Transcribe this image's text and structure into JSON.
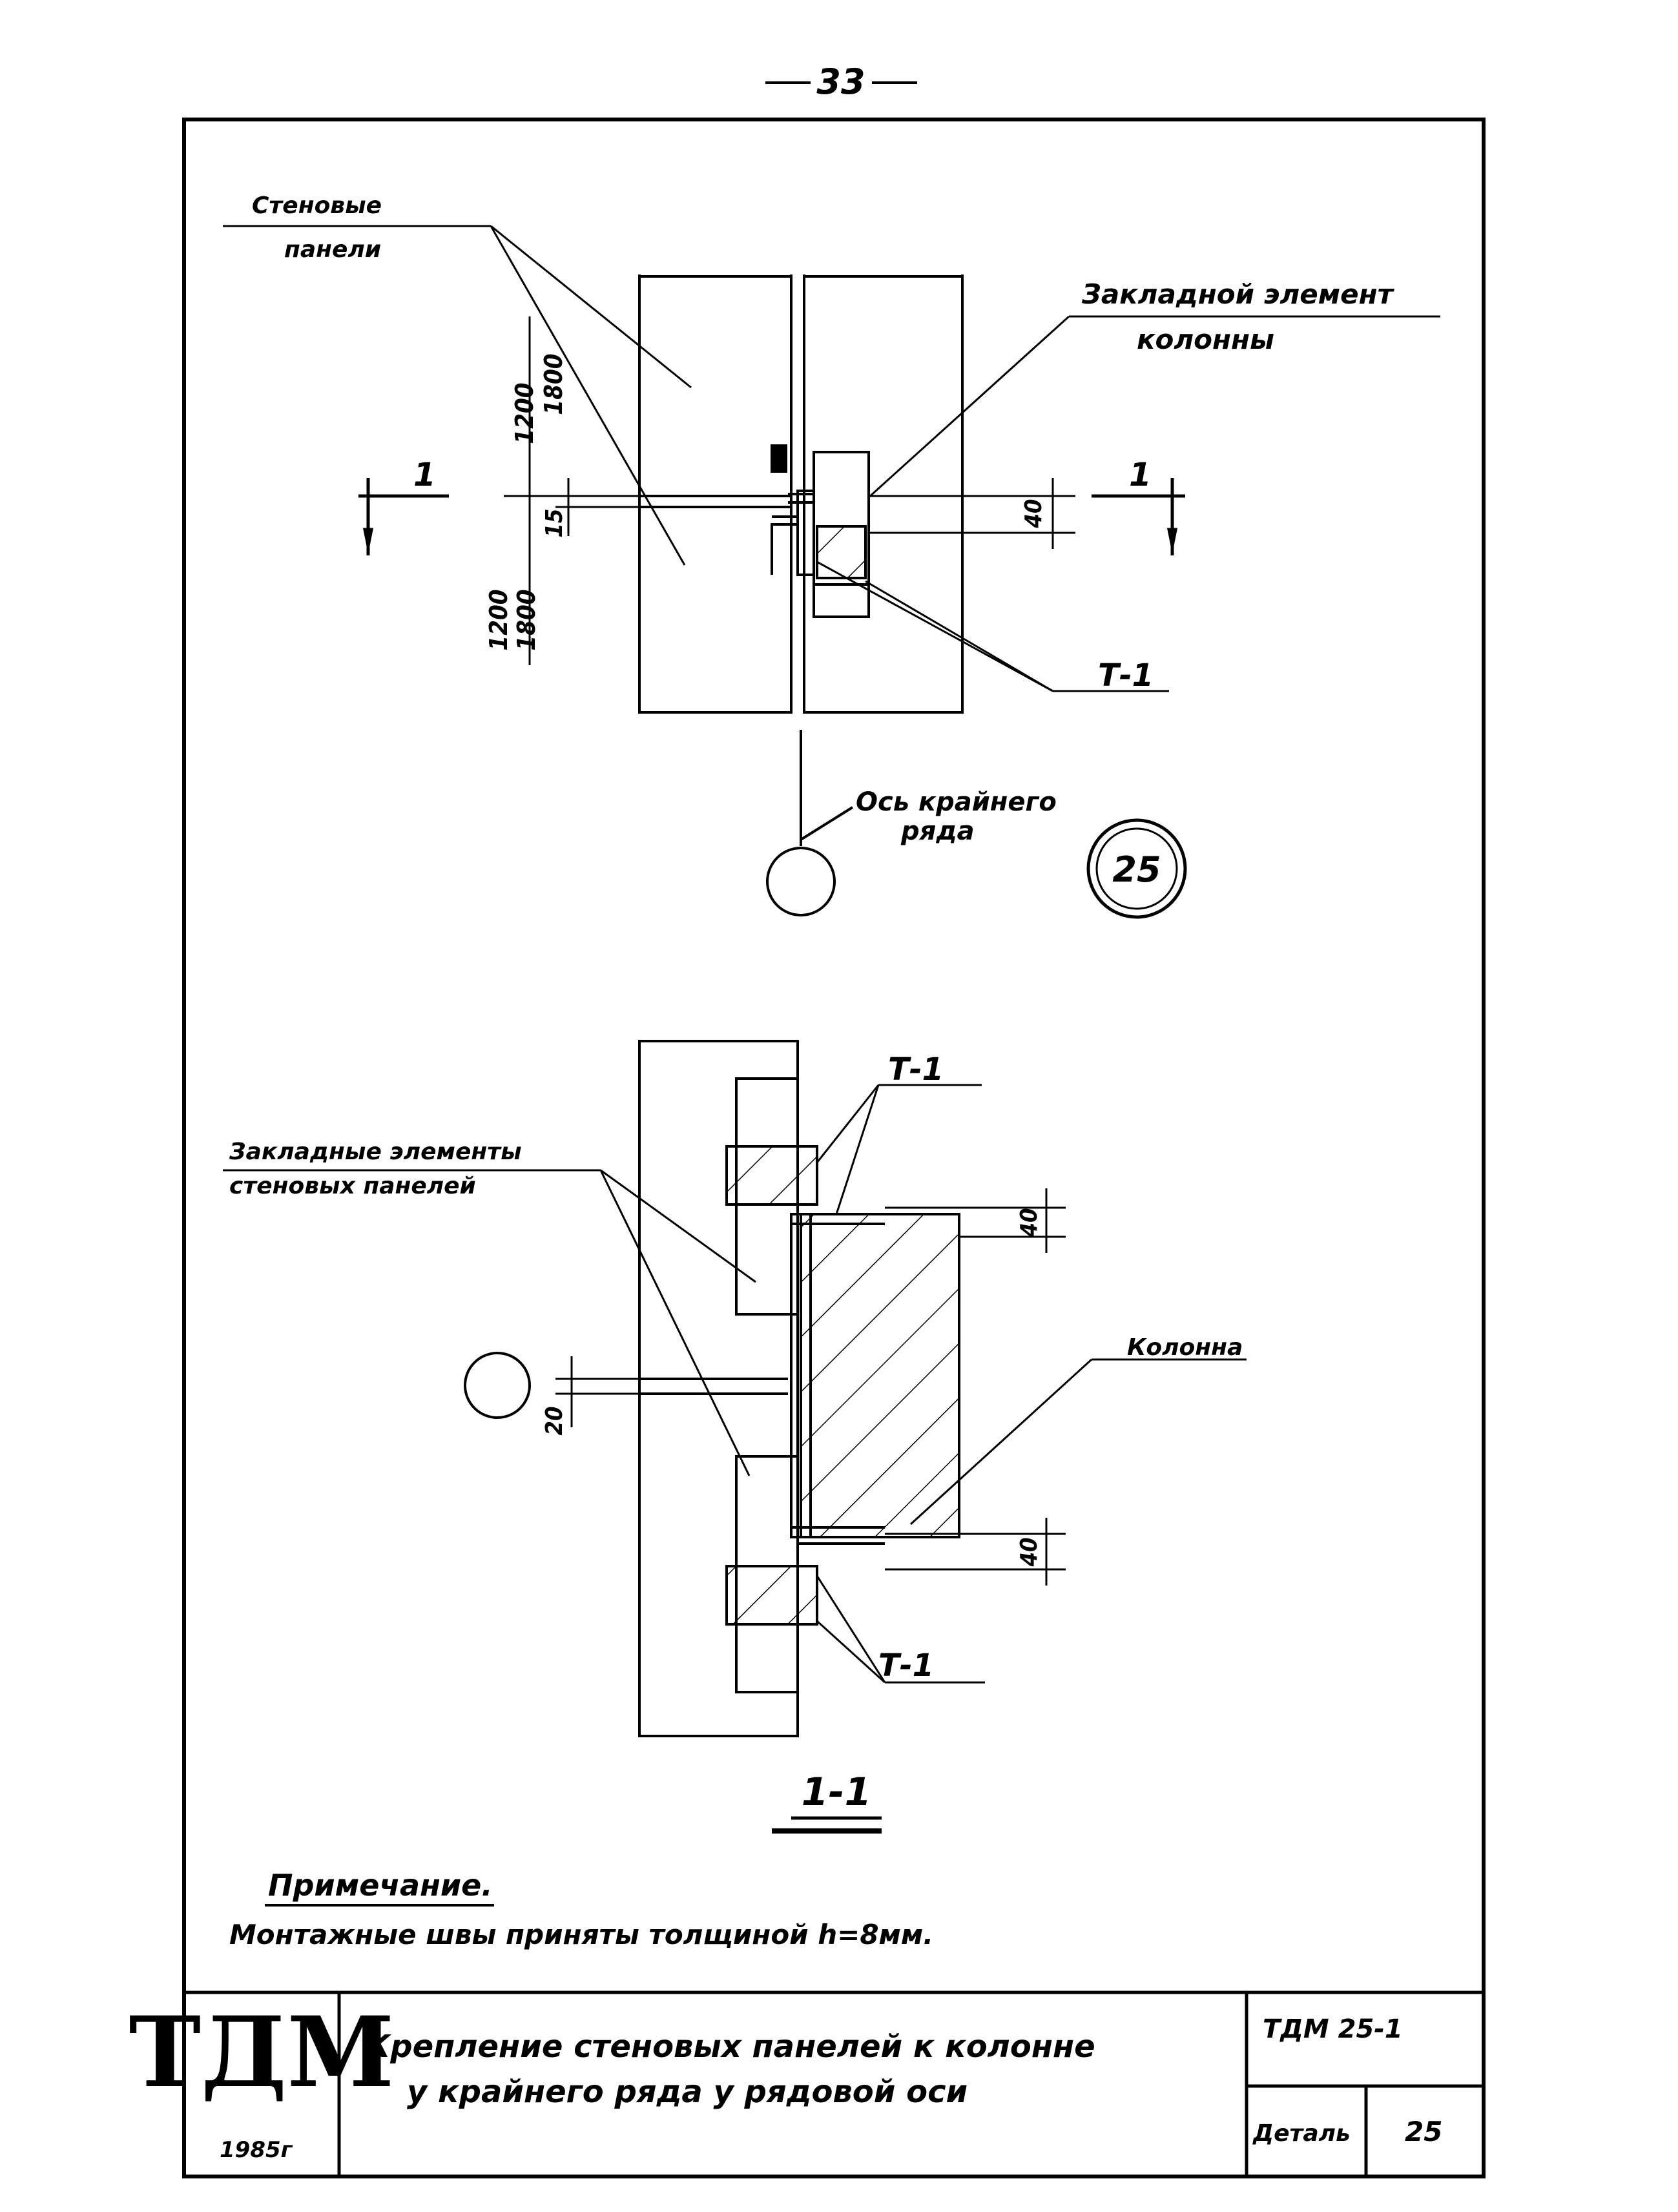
{
  "page_number": "33",
  "top_view": {
    "label_wall_panels_1": "Стеновые",
    "label_wall_panels_2": "панели",
    "label_embedded_1": "Закладной элемент",
    "label_embedded_2": "колонны",
    "section_mark_left": "1",
    "section_mark_right": "1",
    "dim_upper_a": "1200",
    "dim_upper_b": "1800",
    "dim_lower_a": "1200",
    "dim_lower_b": "1800",
    "dim_15": "15",
    "dim_40": "40",
    "weld_label": "Т-1",
    "axis_label_1": "Ось крайнего",
    "axis_label_2": "ряда",
    "detail_number": "25"
  },
  "section_view": {
    "weld_label_top": "Т-1",
    "weld_label_bottom": "Т-1",
    "label_embedded_1": "Закладные элементы",
    "label_embedded_2": "стеновых панелей",
    "label_column": "Колонна",
    "dim_40_top": "40",
    "dim_20": "20",
    "dim_40_bottom": "40",
    "section_title": "1-1"
  },
  "note": {
    "heading": "Примечание.",
    "text": "Монтажные швы приняты толщиной  h=8мм."
  },
  "title_block": {
    "logo": "ТДМ",
    "year": "1985г",
    "title_line_1": "Крепление стеновых панелей к колонне",
    "title_line_2": "у крайнего ряда у рядовой оси",
    "code": "ТДМ 25-1",
    "detail_label": "Деталь",
    "detail_value": "25"
  }
}
